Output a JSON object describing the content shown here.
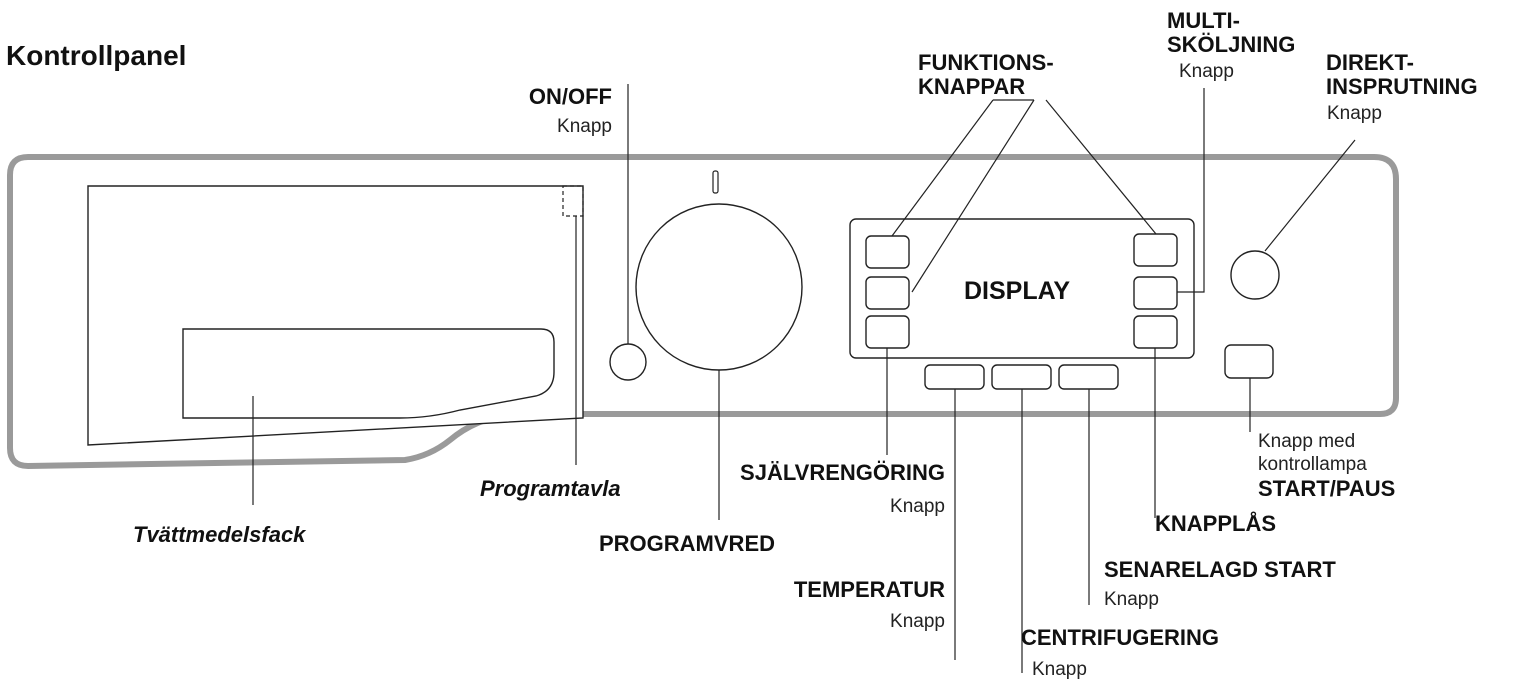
{
  "title": "Kontrollpanel",
  "display_label": "DISPLAY",
  "labels": {
    "on_off": {
      "name": "ON/OFF",
      "sub": "Knapp"
    },
    "funktions": {
      "line1": "FUNKTIONS-",
      "line2": "KNAPPAR"
    },
    "multi": {
      "line1": "MULTI-",
      "line2": "SKÖLJNING",
      "sub": "Knapp"
    },
    "direkt": {
      "line1": "DIREKT-",
      "line2": "INSPRUTNING",
      "sub": "Knapp"
    },
    "programtavla": "Programtavla",
    "tvattmedelsfack": "Tvättmedelsfack",
    "programvred": "PROGRAMVRED",
    "sjalvrengoring": {
      "name": "SJÄLVRENGÖRING",
      "sub": "Knapp"
    },
    "temperatur": {
      "name": "TEMPERATUR",
      "sub": "Knapp"
    },
    "centrifugering": {
      "name": "CENTRIFUGERING",
      "sub": "Knapp"
    },
    "senarelagd": {
      "name": "SENARELAGD START",
      "sub": "Knapp"
    },
    "knapplas": "KNAPPLÅS",
    "startpaus": {
      "sub1": "Knapp med",
      "sub2": "kontrollampa",
      "name": "START/PAUS"
    }
  },
  "colors": {
    "panel_outline": "#9a9a9a",
    "line": "#222222"
  }
}
